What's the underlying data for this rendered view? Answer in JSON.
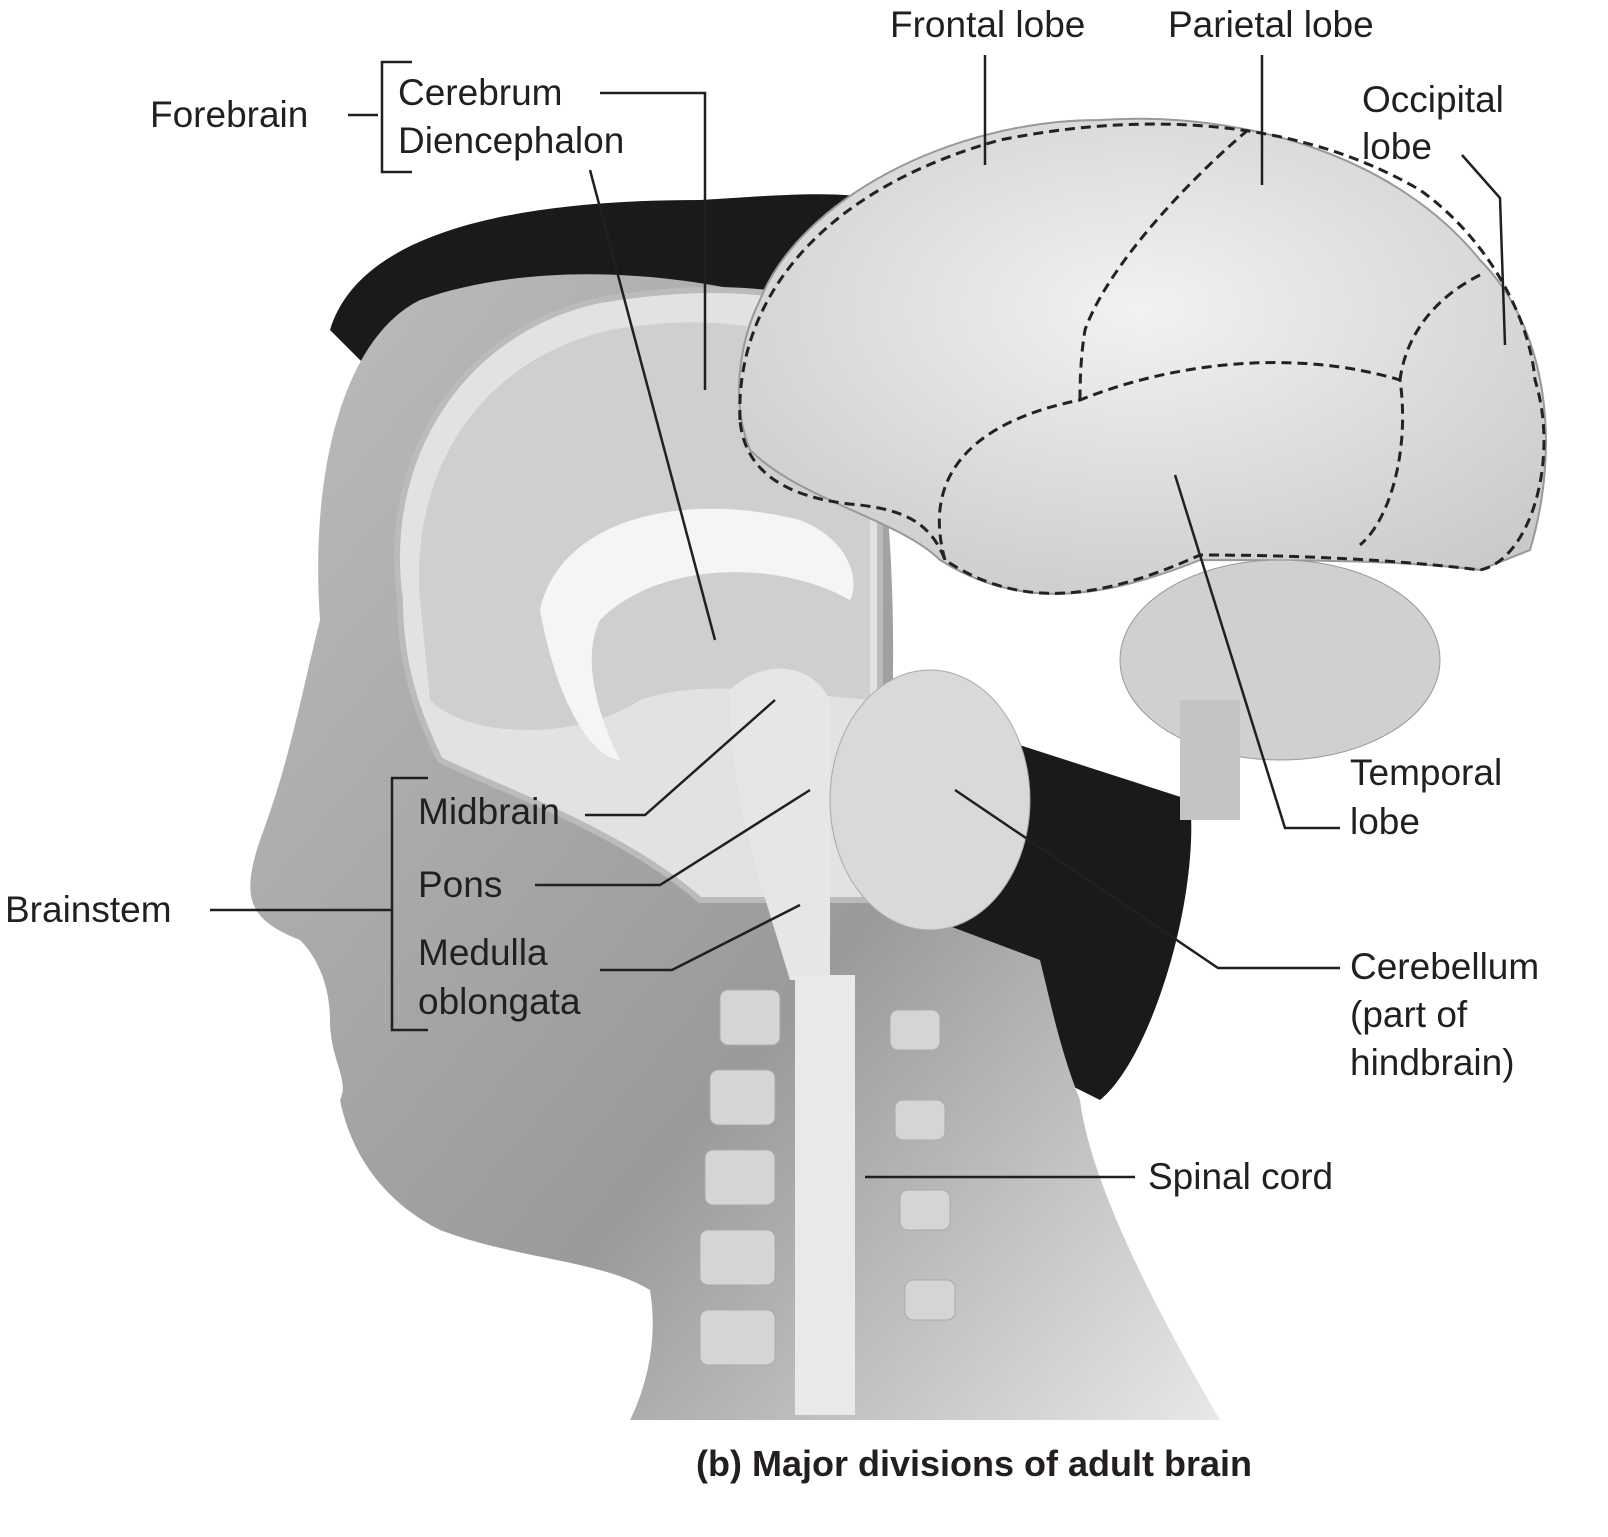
{
  "labels": {
    "forebrain": "Forebrain",
    "cerebrum": "Cerebrum",
    "diencephalon": "Diencephalon",
    "frontal_lobe": "Frontal lobe",
    "parietal_lobe": "Parietal lobe",
    "occipital_lobe_1": "Occipital",
    "occipital_lobe_2": "lobe",
    "temporal_lobe_1": "Temporal",
    "temporal_lobe_2": "lobe",
    "midbrain": "Midbrain",
    "pons": "Pons",
    "medulla_1": "Medulla",
    "medulla_2": "oblongata",
    "brainstem": "Brainstem",
    "cerebellum_1": "Cerebellum",
    "cerebellum_2": "(part of",
    "cerebellum_3": "hindbrain)",
    "spinal_cord": "Spinal cord"
  },
  "caption": "(b) Major divisions of adult brain"
}
